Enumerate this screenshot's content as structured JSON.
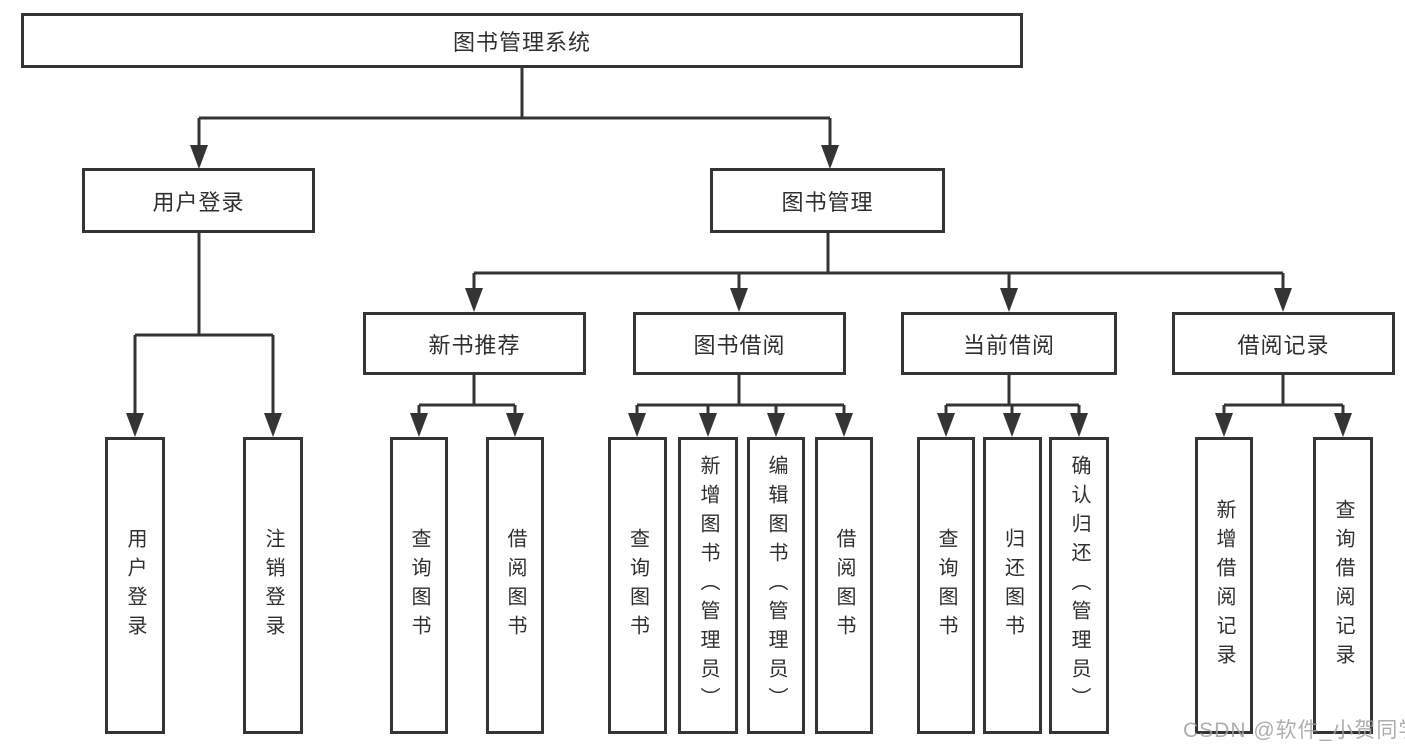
{
  "diagram": {
    "type": "hierarchy-tree",
    "background": "#ffffff",
    "line_color": "#343434",
    "box_border_color": "#343434",
    "text_color": "#2f2f2f"
  },
  "tree": {
    "label": "图书管理系统",
    "children": [
      {
        "label": "用户登录",
        "children": [
          {
            "label": "用户登录"
          },
          {
            "label": "注销登录"
          }
        ]
      },
      {
        "label": "图书管理",
        "children": [
          {
            "label": "新书推荐",
            "children": [
              {
                "label": "查询图书"
              },
              {
                "label": "借阅图书"
              }
            ]
          },
          {
            "label": "图书借阅",
            "children": [
              {
                "label": "查询图书"
              },
              {
                "label": "新增图书（管理员）"
              },
              {
                "label": "编辑图书（管理员）"
              },
              {
                "label": "借阅图书"
              }
            ]
          },
          {
            "label": "当前借阅",
            "children": [
              {
                "label": "查询图书"
              },
              {
                "label": "归还图书"
              },
              {
                "label": "确认归还（管理员）"
              }
            ]
          },
          {
            "label": "借阅记录",
            "children": [
              {
                "label": "新增借阅记录"
              },
              {
                "label": "查询借阅记录"
              }
            ]
          }
        ]
      }
    ]
  },
  "watermark": {
    "text": "CSDN @软件_小贺同学",
    "color": "#a0a0a0"
  }
}
